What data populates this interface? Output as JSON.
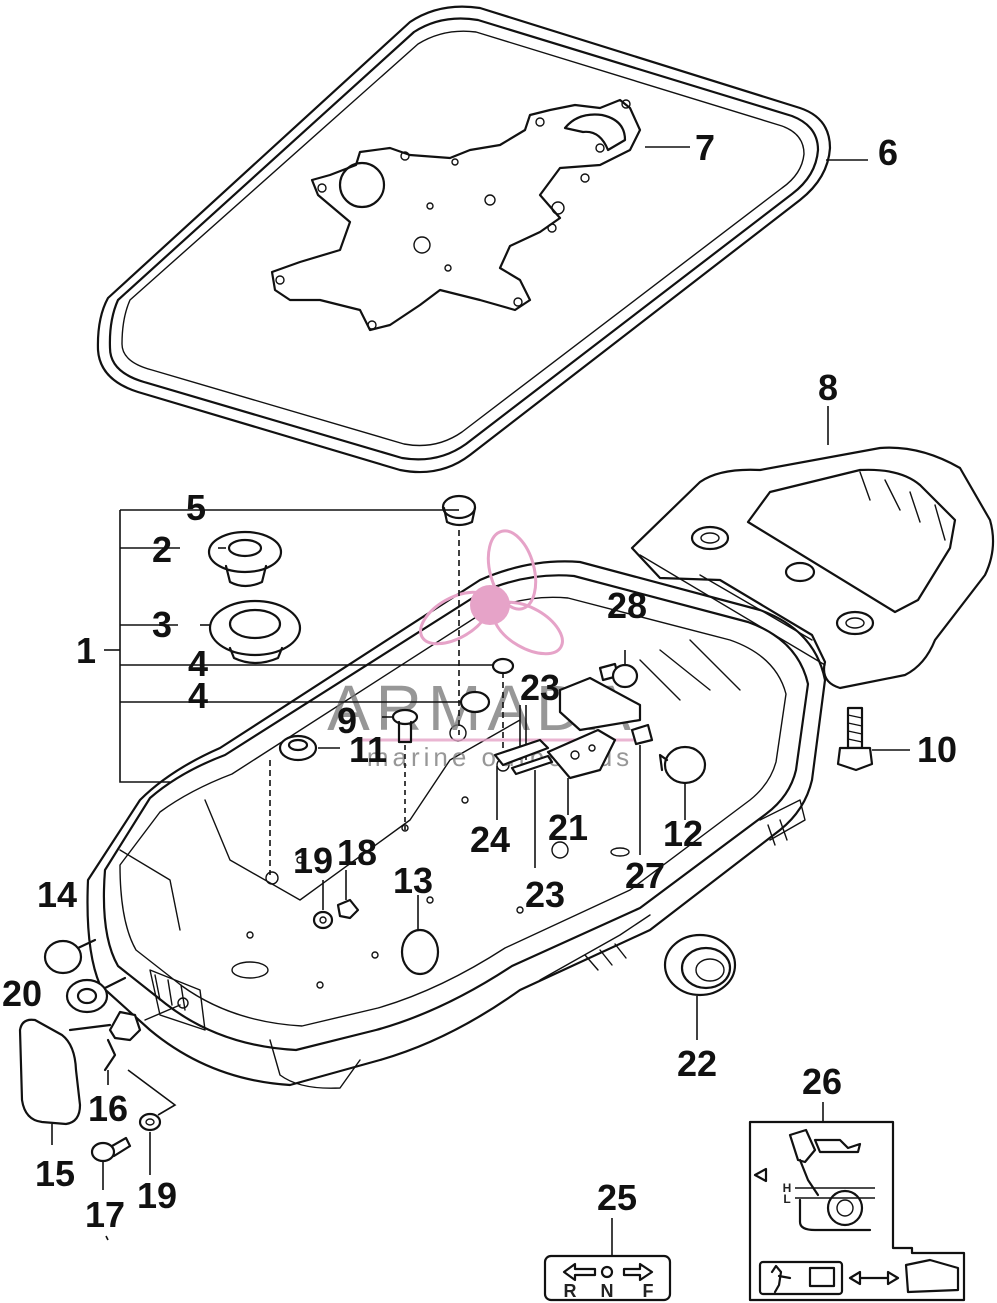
{
  "watermark": {
    "brand": "ARMADA",
    "tagline": "marine outboards",
    "logo_color": "#e6a3c8"
  },
  "callouts": [
    {
      "id": "c1",
      "text": "1"
    },
    {
      "id": "c2",
      "text": "2"
    },
    {
      "id": "c3",
      "text": "3"
    },
    {
      "id": "c4a",
      "text": "4"
    },
    {
      "id": "c4b",
      "text": "4"
    },
    {
      "id": "c5",
      "text": "5"
    },
    {
      "id": "c6",
      "text": "6"
    },
    {
      "id": "c7",
      "text": "7"
    },
    {
      "id": "c8",
      "text": "8"
    },
    {
      "id": "c9",
      "text": "9"
    },
    {
      "id": "c10",
      "text": "10"
    },
    {
      "id": "c11",
      "text": "11"
    },
    {
      "id": "c12",
      "text": "12"
    },
    {
      "id": "c13",
      "text": "13"
    },
    {
      "id": "c14",
      "text": "14"
    },
    {
      "id": "c15",
      "text": "15"
    },
    {
      "id": "c16",
      "text": "16"
    },
    {
      "id": "c17",
      "text": "17"
    },
    {
      "id": "c18",
      "text": "18"
    },
    {
      "id": "c19a",
      "text": "19"
    },
    {
      "id": "c19b",
      "text": "19"
    },
    {
      "id": "c20",
      "text": "20"
    },
    {
      "id": "c21",
      "text": "21"
    },
    {
      "id": "c22",
      "text": "22"
    },
    {
      "id": "c23a",
      "text": "23"
    },
    {
      "id": "c23b",
      "text": "23"
    },
    {
      "id": "c24",
      "text": "24"
    },
    {
      "id": "c25",
      "text": "25"
    },
    {
      "id": "c26",
      "text": "26"
    },
    {
      "id": "c27",
      "text": "27"
    },
    {
      "id": "c28",
      "text": "28"
    }
  ],
  "labels": {
    "shift_label": {
      "reverse": "R",
      "neutral": "N",
      "forward": "F"
    },
    "oil_label": {
      "high": "H",
      "low": "L"
    }
  }
}
